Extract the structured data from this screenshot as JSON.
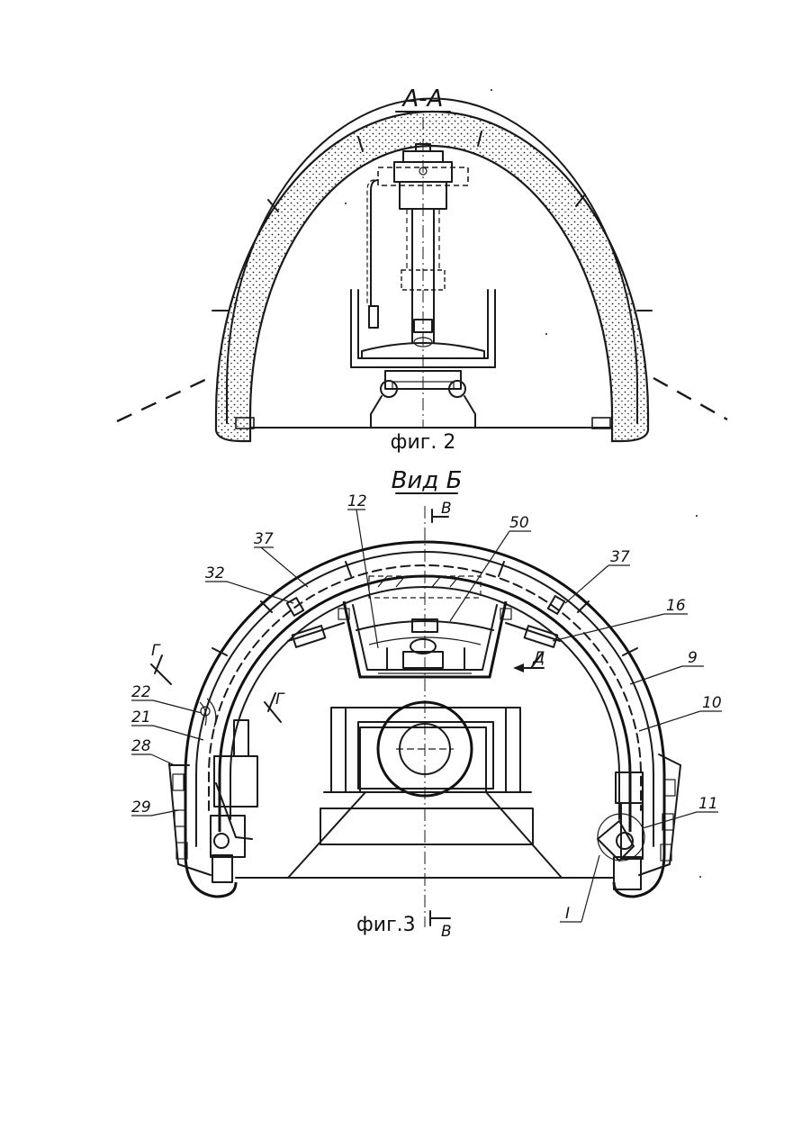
{
  "figure2": {
    "section_title": "А-А",
    "caption": "фиг. 2"
  },
  "figure3": {
    "view_title": "Вид Б",
    "caption": "фиг.3",
    "section_mark": "В",
    "view_arrow_label": "Д",
    "section_g": "Г",
    "detail_mark": "I",
    "callouts": [
      "12",
      "50",
      "37",
      "32",
      "37",
      "16",
      "9",
      "10",
      "22",
      "21",
      "28",
      "29",
      "11"
    ]
  }
}
